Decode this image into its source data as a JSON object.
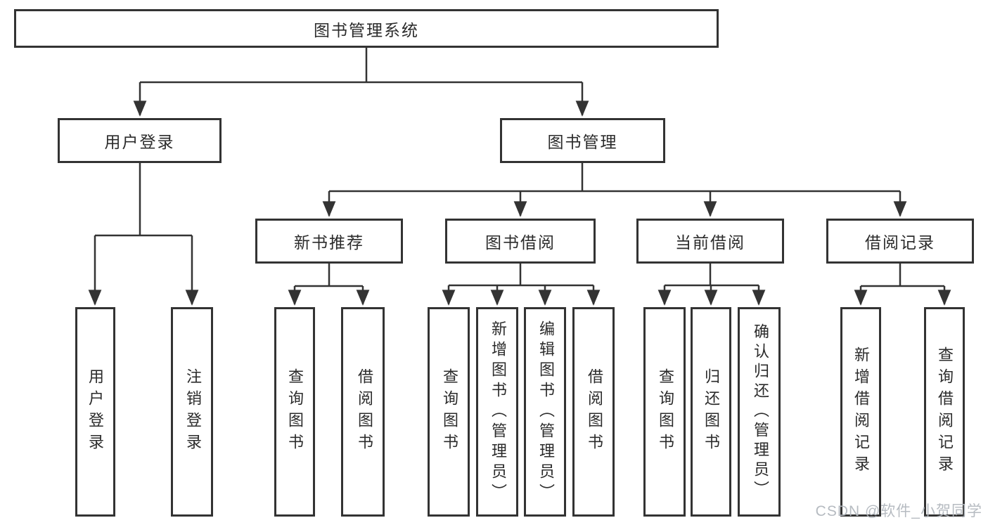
{
  "diagram": {
    "root": {
      "label": "图书管理系统"
    },
    "branches": [
      {
        "label": "用户登录",
        "children": [
          {
            "label": "用户登录"
          },
          {
            "label": "注销登录"
          }
        ]
      },
      {
        "label": "图书管理",
        "children": [
          {
            "label": "新书推荐",
            "children": [
              {
                "label": "查询图书"
              },
              {
                "label": "借阅图书"
              }
            ]
          },
          {
            "label": "图书借阅",
            "children": [
              {
                "label": "查询图书"
              },
              {
                "label": "新增图书（管理员）"
              },
              {
                "label": "编辑图书（管理员）"
              },
              {
                "label": "借阅图书"
              }
            ]
          },
          {
            "label": "当前借阅",
            "children": [
              {
                "label": "查询图书"
              },
              {
                "label": "归还图书"
              },
              {
                "label": "确认归还（管理员）"
              }
            ]
          },
          {
            "label": "借阅记录",
            "children": [
              {
                "label": "新增借阅记录"
              },
              {
                "label": "查询借阅记录"
              }
            ]
          }
        ]
      }
    ]
  },
  "watermark": {
    "text": "CSDN @软件_小贺同学"
  },
  "colors": {
    "line": "#333333",
    "text": "#2b2b2b",
    "box_background": "#ffffff",
    "watermark": "#b2b7be"
  }
}
